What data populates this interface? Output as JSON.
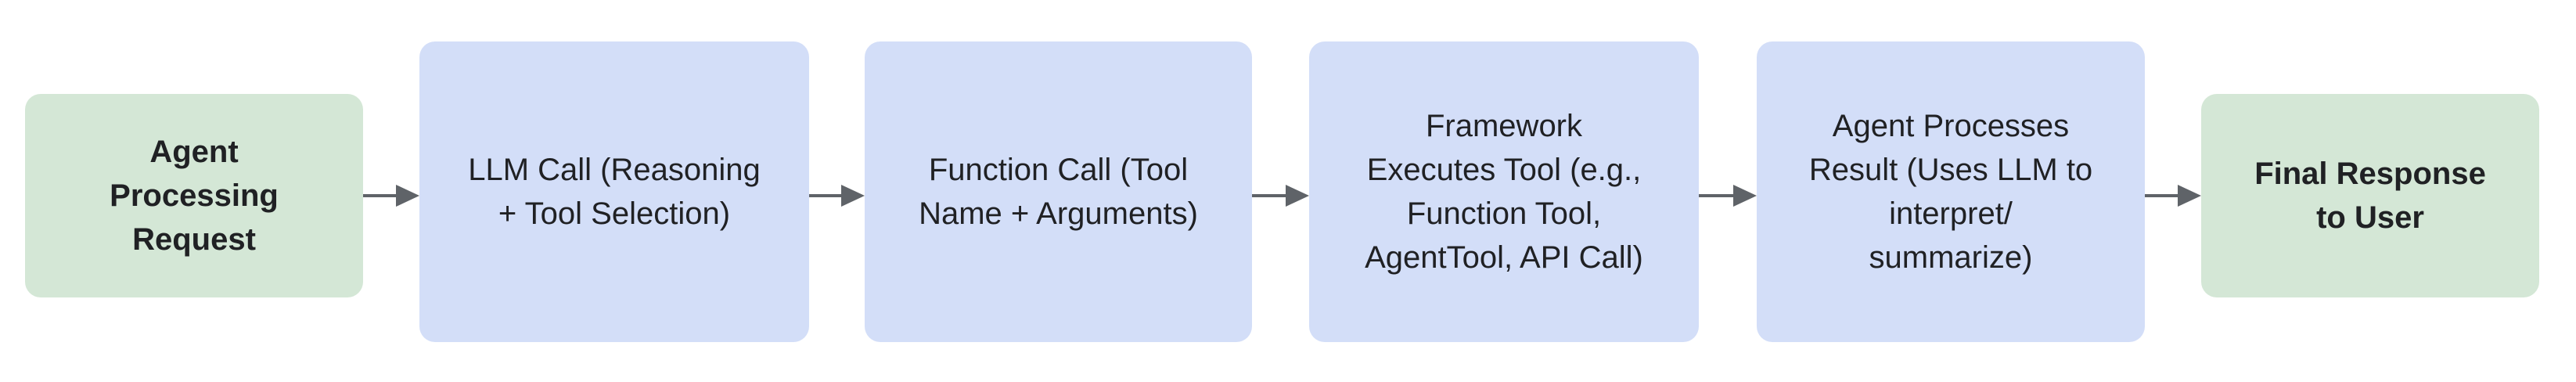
{
  "diagram": {
    "type": "flowchart",
    "direction": "left-to-right",
    "colors": {
      "terminal_fill": "#D4E7D6",
      "process_fill": "#D3DEF8",
      "arrow": "#5F6368",
      "text": "#202124",
      "background": "#FFFFFF"
    },
    "nodes": [
      {
        "id": "agent-processing-request",
        "role": "terminal",
        "fill": "#D4E7D6",
        "label": "Agent\nProcessing\nRequest"
      },
      {
        "id": "llm-call",
        "role": "process",
        "fill": "#D3DEF8",
        "label": "LLM Call (Reasoning\n+ Tool Selection)"
      },
      {
        "id": "function-call",
        "role": "process",
        "fill": "#D3DEF8",
        "label": "Function Call (Tool\nName + Arguments)"
      },
      {
        "id": "framework-executes-tool",
        "role": "process",
        "fill": "#D3DEF8",
        "label": "Framework\nExecutes Tool (e.g.,\nFunction Tool,\nAgentTool, API Call)"
      },
      {
        "id": "agent-processes-result",
        "role": "process",
        "fill": "#D3DEF8",
        "label": "Agent Processes\nResult (Uses LLM to\ninterpret/\nsummarize)"
      },
      {
        "id": "final-response-to-user",
        "role": "terminal",
        "fill": "#D4E7D6",
        "label": "Final Response\nto User"
      }
    ],
    "edges": [
      {
        "from": "agent-processing-request",
        "to": "llm-call"
      },
      {
        "from": "llm-call",
        "to": "function-call"
      },
      {
        "from": "function-call",
        "to": "framework-executes-tool"
      },
      {
        "from": "framework-executes-tool",
        "to": "agent-processes-result"
      },
      {
        "from": "agent-processes-result",
        "to": "final-response-to-user"
      }
    ]
  }
}
